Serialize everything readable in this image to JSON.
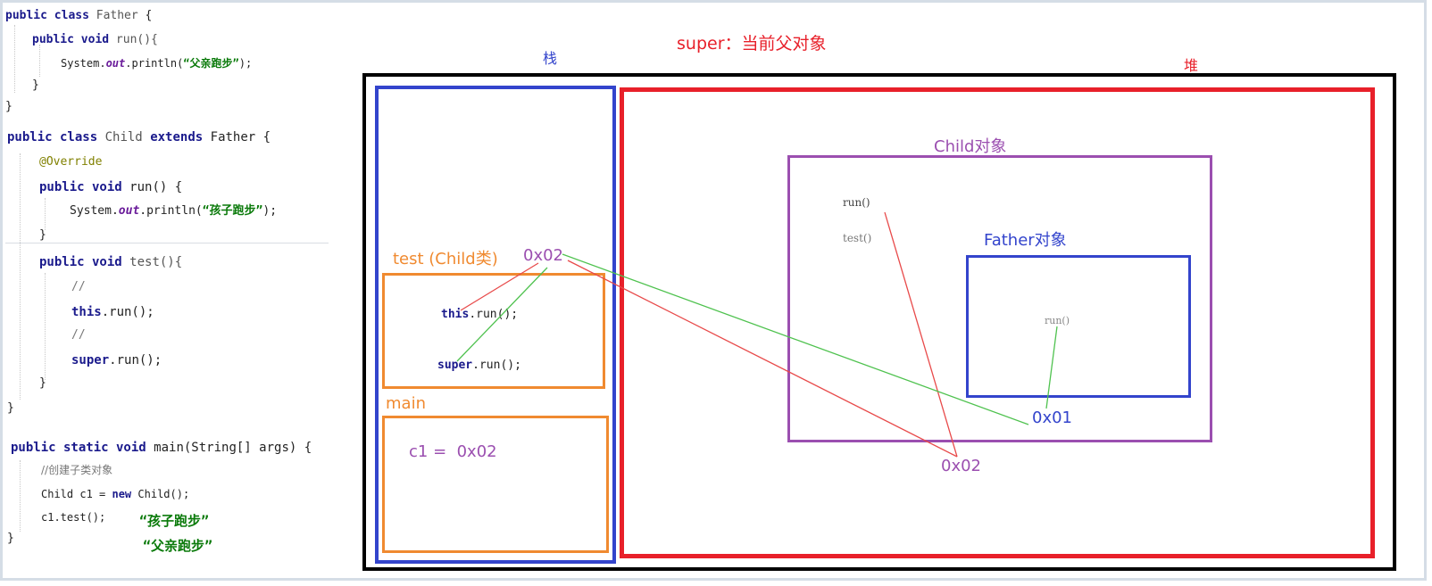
{
  "code": {
    "father_class_kw": "public class",
    "father_class_name": "Father",
    "father_open": "{",
    "father_run_kw": "public void",
    "father_run_name": "run(){",
    "father_print_sys": "System.",
    "father_print_out": "out",
    "father_print_call": ".println(",
    "father_print_str": "“父亲跑步”",
    "father_print_end": ");",
    "close_brace": "}",
    "child_class_kw": "public class",
    "child_class_name": "Child",
    "child_extends_kw": "extends",
    "child_extends_name": "Father {",
    "override": "@Override",
    "child_run_kw": "public void",
    "child_run_name": "run() {",
    "child_print_sys": "System.",
    "child_print_out": "out",
    "child_print_call": ".println(",
    "child_print_str": "“孩子跑步”",
    "child_print_end": ");",
    "test_kw": "public void",
    "test_name": "test(){",
    "comment_slashes": "//",
    "this_kw": "this",
    "this_call": ".run();",
    "super_kw": "super",
    "super_call": ".run();",
    "main_kw": "public static void",
    "main_sig": "main(String[] args) {",
    "main_comment": "//创建子类对象",
    "main_new_left": "Child c1 =",
    "main_new_kw": "new",
    "main_new_right": "Child();",
    "main_call": "c1.test();",
    "output_1": "“孩子跑步”",
    "output_2": "“父亲跑步”"
  },
  "diagram": {
    "super_note": "super：当前父对象",
    "stack_label": "栈",
    "heap_label": "堆",
    "child_object_label": "Child对象",
    "father_object_label": "Father对象",
    "test_frame_label": "test (Child类)",
    "test_frame_addr": "0x02",
    "this_kw": "this",
    "this_call": ".run();",
    "super_kw": "super",
    "super_call": ".run();",
    "main_frame_label": "main",
    "main_var": "c1 =  0x02",
    "child_run_method": "run()",
    "child_test_method": "test()",
    "father_run_method": "run()",
    "father_addr": "0x01",
    "child_addr": "0x02"
  },
  "colors": {
    "outer_border": "#000000",
    "stack_border": "#3344cc",
    "heap_border": "#e8202a",
    "frame_border": "#f08a30",
    "child_border": "#9b4fb0",
    "father_border": "#3344cc",
    "red_note": "#e8202a",
    "orange_text": "#f08a30",
    "purple_text": "#9b4fb0",
    "blue_text": "#3344cc",
    "arrow_red": "#e84a4a",
    "arrow_green": "#4fc24f"
  }
}
